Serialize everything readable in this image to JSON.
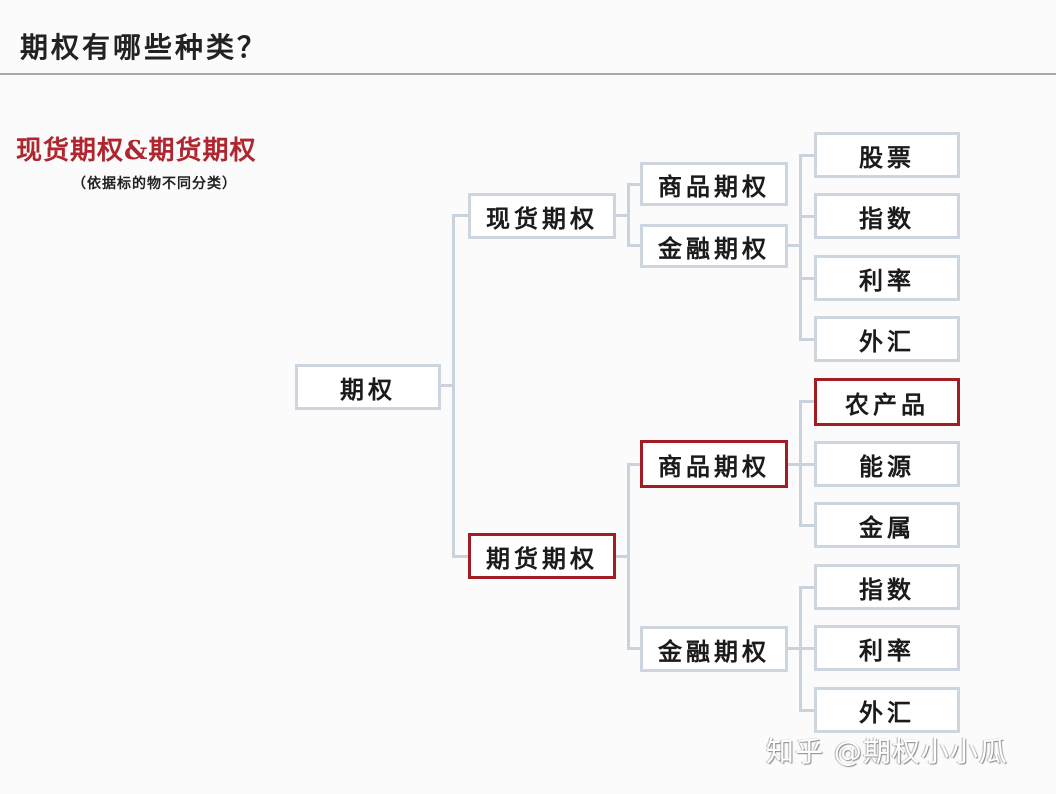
{
  "header": {
    "title": "期权有哪些种类？"
  },
  "section": {
    "heading": "现货期权&期货期权",
    "note": "（依据标的物不同分类）",
    "heading_color": "#b0262e"
  },
  "tree": {
    "root": {
      "label": "期权"
    },
    "level1": [
      {
        "label": "现货期权",
        "highlighted": false
      },
      {
        "label": "期货期权",
        "highlighted": true
      }
    ],
    "spot": {
      "children": [
        {
          "label": "商品期权",
          "highlighted": false
        },
        {
          "label": "金融期权",
          "highlighted": false
        }
      ],
      "leaves": [
        {
          "label": "股票",
          "highlighted": false
        },
        {
          "label": "指数",
          "highlighted": false
        },
        {
          "label": "利率",
          "highlighted": false
        },
        {
          "label": "外汇",
          "highlighted": false
        }
      ]
    },
    "futures": {
      "commodity": {
        "label": "商品期权",
        "highlighted": true,
        "leaves": [
          {
            "label": "农产品",
            "highlighted": true
          },
          {
            "label": "能源",
            "highlighted": false
          },
          {
            "label": "金属",
            "highlighted": false
          }
        ]
      },
      "financial": {
        "label": "金融期权",
        "highlighted": false,
        "leaves": [
          {
            "label": "指数",
            "highlighted": false
          },
          {
            "label": "利率",
            "highlighted": false
          },
          {
            "label": "外汇",
            "highlighted": false
          }
        ]
      }
    },
    "colors": {
      "highlight_border": "#a01d24",
      "normal_border": "#cdd5de",
      "connector": "#c9d3dd"
    }
  },
  "watermark": {
    "text": "知乎 @期权小小瓜"
  }
}
